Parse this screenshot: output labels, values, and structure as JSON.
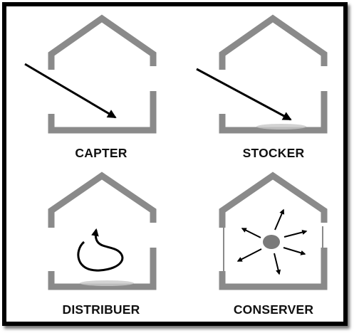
{
  "panels": [
    {
      "label": "CAPTER"
    },
    {
      "label": "STOCKER"
    },
    {
      "label": "DISTRIBUER"
    },
    {
      "label": "CONSERVER"
    }
  ],
  "colors": {
    "house": "#8a8a8a",
    "arrow": "#000000",
    "heat_source": "#7a7a7a",
    "frame": "#000000",
    "background": "#ffffff"
  },
  "icons": [
    "sun-ray-arrow-icon",
    "heat-storage-icon",
    "circular-distribution-arrow-icon",
    "radiating-heat-icon"
  ]
}
